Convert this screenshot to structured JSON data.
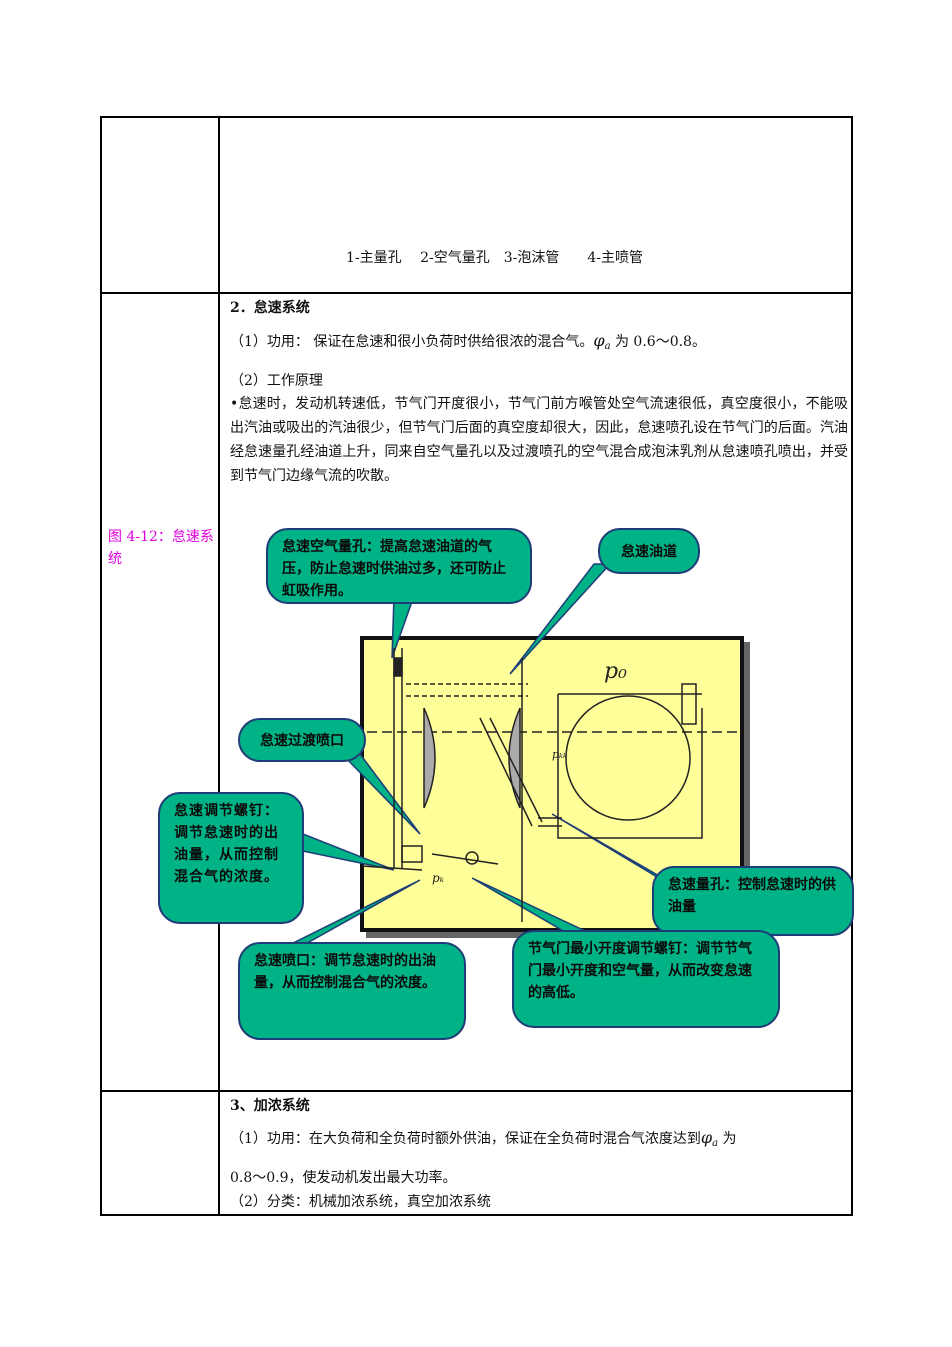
{
  "row1": {
    "caption": "1-主量孔　 2-空气量孔　3-泡沫管　　4-主喷管"
  },
  "row2": {
    "label": "图 4-12：怠速系统",
    "heading": "2．怠速系统",
    "func_prefix": "（1）功用：  保证在怠速和很小负荷时供给很浓的混合气。",
    "phi": "φ",
    "phi_sub": "a",
    "func_suffix": " 为 0.6～0.8。",
    "principle_title": "（2）工作原理",
    "principle_text": "•怠速时，发动机转速低，节气门开度很小，节气门前方喉管处空气流速很低，真空度很小，不能吸出汽油或吸出的汽油很少，但节气门后面的真空度却很大，因此，怠速喷孔设在节气门的后面。汽油经怠速量孔经油道上升，同来自空气量孔以及过渡喷孔的空气混合成泡沫乳剂从怠速喷孔喷出，并受到节气门边缘气流的吹散。",
    "diagram": {
      "p0_label": "p₀",
      "pz_label": "pₖ",
      "pzz_label": "pₖₖ",
      "callouts": {
        "air_hole": "怠速空气量孔：提高怠速油道的气压，防止怠速时供油过多，还可防止虹吸作用。",
        "oil_channel": "怠速油道",
        "transition": "怠速过渡喷口",
        "adjust_screw": "怠速调节螺钉：调节怠速时的出油量，从而控制混合气的浓度。",
        "metering": "怠速量孔：控制怠速时的供油量",
        "nozzle": "怠速喷口：调节怠速时的出油量，从而控制混合气的浓度。",
        "throttle_screw": "节气门最小开度调节螺钉：调节节气门最小开度和空气量，从而改变怠速的高低。"
      }
    }
  },
  "row3": {
    "heading": "3、加浓系统",
    "func_text": "（1）功用：在大负荷和全负荷时额外供油，保证在全负荷时混合气浓度达到",
    "phi": "φ",
    "phi_sub": "a",
    "func_after": " 为",
    "func_cont": "0.8～0.9，使发动机发出最大功率。",
    "classify": "（2）分类：机械加浓系统，真空加浓系统"
  }
}
